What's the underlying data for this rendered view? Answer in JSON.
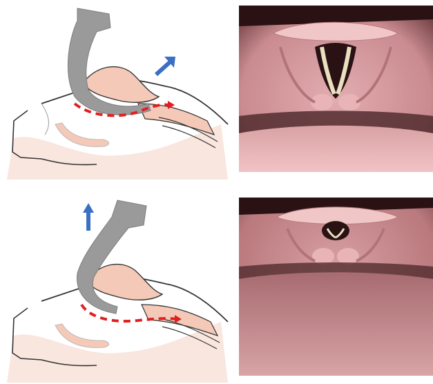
{
  "figure": {
    "panels": [
      {
        "id": "top-left",
        "kind": "anatomical-diagram",
        "arrow_direction": "up-right",
        "arrow_icon": "arrow-up-right-icon",
        "path_color": "#e02020",
        "arrow_color": "#3a6fc4"
      },
      {
        "id": "top-right",
        "kind": "endoscopic-photo",
        "glottis_view": "wide-open"
      },
      {
        "id": "bottom-left",
        "kind": "anatomical-diagram",
        "arrow_direction": "up",
        "arrow_icon": "arrow-up-icon",
        "path_color": "#e02020",
        "arrow_color": "#3a6fc4"
      },
      {
        "id": "bottom-right",
        "kind": "endoscopic-photo",
        "glottis_view": "partially-obscured"
      }
    ],
    "colors": {
      "device": "#9a9a9a",
      "tissue": "#f4c9b8",
      "outline": "#333333",
      "photo_mucosa": "#d9a2a4",
      "photo_dark": "#2a1214"
    }
  }
}
